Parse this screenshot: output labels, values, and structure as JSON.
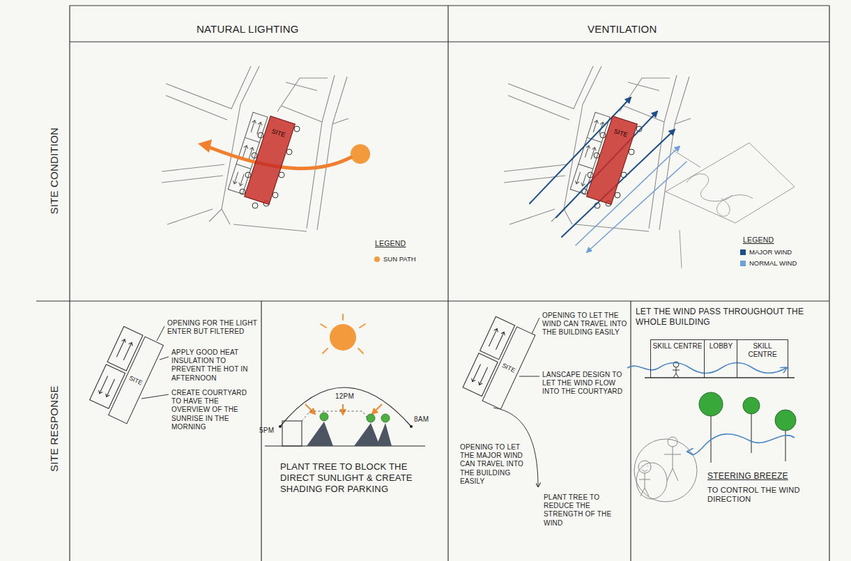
{
  "diagram": {
    "nodes": [
      {
        "text": [
          "SITE"
        ]
      },
      {
        "text": [
          "SITE"
        ]
      },
      {
        "text": [
          "SITE"
        ]
      },
      {
        "text": [
          "SITE"
        ]
      },
      {
        "text": [
          "SKILL CENTRE"
        ]
      },
      {
        "text": [
          "LOBBY"
        ]
      },
      {
        "text": [
          "SKILL CENTRE"
        ]
      }
    ],
    "labels": [
      "NATURAL LIGHTING",
      "VENTILATION",
      "SITE CONDITION",
      "LEGEND",
      "LEGEND",
      "SITE RESPONSE",
      "OPENING FOR THE LIGHT ENTER BUT FILTERED",
      "APPLY GOOD HEAT INSULATION TO PREVENT THE HOT IN AFTERNOON",
      "CREATE COURTYARD TO HAVE THE OVERVIEW OF THE SUNRISE IN THE MORNING",
      "12PM",
      "5PM",
      "8AM",
      "PLANT TREE TO BLOCK THE DIRECT SUNLIGHT & CREATE SHADING FOR PARKING",
      "OPENING TO LET THE WIND CAN TRAVEL INTO THE BUILDING EASILY",
      "LANSCAPE DESIGN TO LET THE WIND FLOW INTO THE COURTYARD",
      "OPENING TO LET THE MAJOR WIND CAN TRAVEL INTO THE BUILDING EASILY",
      "PLANT TREE TO REDUCE THE STRENGTH OF THE WIND",
      "LET THE WIND PASS THROUGHOUT THE WHOLE BUILDING",
      "STEERING BREEZE",
      "TO CONTROL THE WIND DIRECTION"
    ],
    "legend": [
      {
        "text": "SUN PATH",
        "color": "#f39a3c"
      },
      {
        "text": "MAJOR WIND",
        "color": "#1d4f8a"
      },
      {
        "text": "NORMAL WIND",
        "color": "#6f9fd8"
      }
    ]
  }
}
